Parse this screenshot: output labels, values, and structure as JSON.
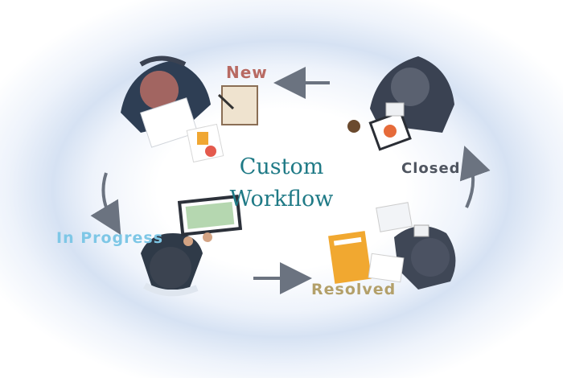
{
  "title": {
    "line1": "Custom",
    "line2": "Workflow"
  },
  "stages": {
    "new": "New",
    "closed": "Closed",
    "in_progress": "In Progress",
    "resolved": "Resolved"
  },
  "colors": {
    "title": "#1f7a86",
    "new": "#b86a63",
    "closed": "#4f5560",
    "in_progress": "#7ec7e6",
    "resolved": "#b3a06a",
    "arrow": "#6b7380"
  }
}
